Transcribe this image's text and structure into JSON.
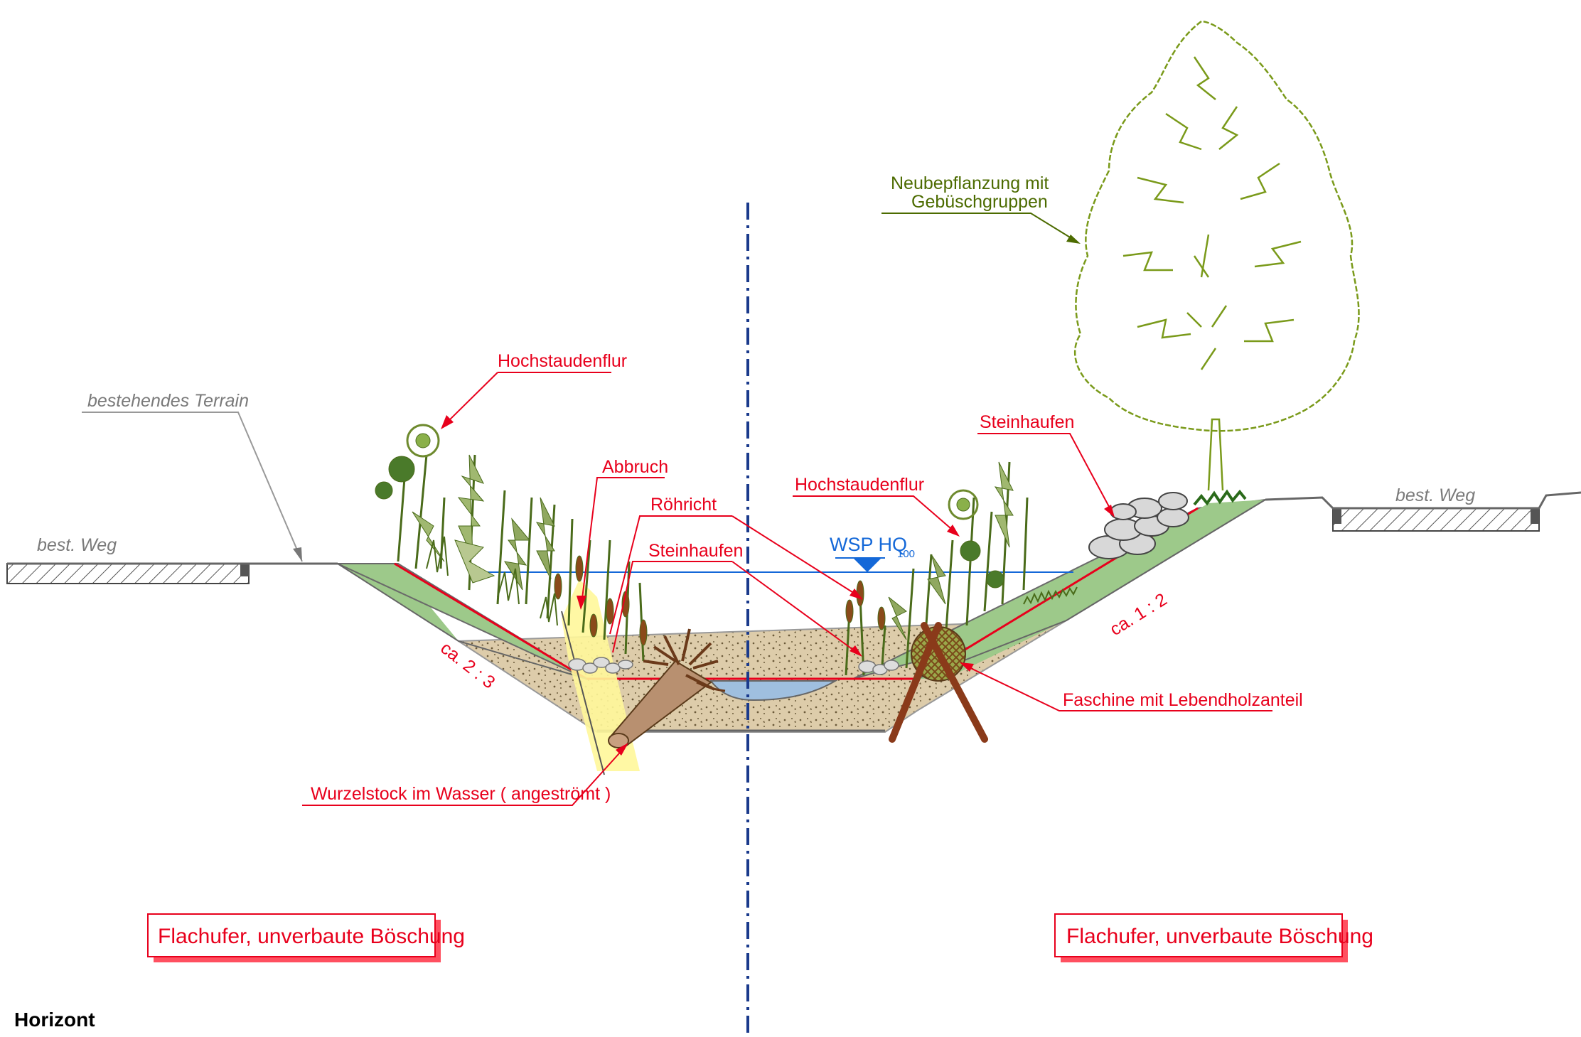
{
  "labels": {
    "bestehendes_terrain": "bestehendes Terrain",
    "best_weg_left": "best. Weg",
    "best_weg_right": "best. Weg",
    "hochstaudenflur_left": "Hochstaudenflur",
    "abbruch": "Abbruch",
    "roehricht": "Röhricht",
    "steinhaufen_left": "Steinhaufen",
    "slope_left": "ca. 2 : 3",
    "wurzelstock": "Wurzelstock im Wasser ( angeströmt )",
    "wsp_main": "WSP HQ",
    "wsp_sub": "100",
    "hochstaudenflur_right": "Hochstaudenflur",
    "steinhaufen_right": "Steinhaufen",
    "neubepflanzung_line1": "Neubepflanzung mit",
    "neubepflanzung_line2": "Gebüschgruppen",
    "slope_right": "ca. 1 : 2",
    "faschine": "Faschine mit Lebendholzanteil"
  },
  "boxes": {
    "left": "Flachufer, unverbaute Böschung",
    "right": "Flachufer, unverbaute Böschung"
  },
  "footer": {
    "horizont": "Horizont"
  },
  "colors": {
    "annotation_red": "#e8001c",
    "annotation_olive": "#4c6b00",
    "annotation_grey": "#7a7a7a",
    "water_level_blue": "#1468d8",
    "axis_navy": "#1a3a8c",
    "grass_green": "#9dc98a",
    "soil_beige": "#ddccaa",
    "water": "#9fbfdf",
    "vegetation": "#6e8a2e",
    "tree_outline": "#7a9a1a"
  }
}
